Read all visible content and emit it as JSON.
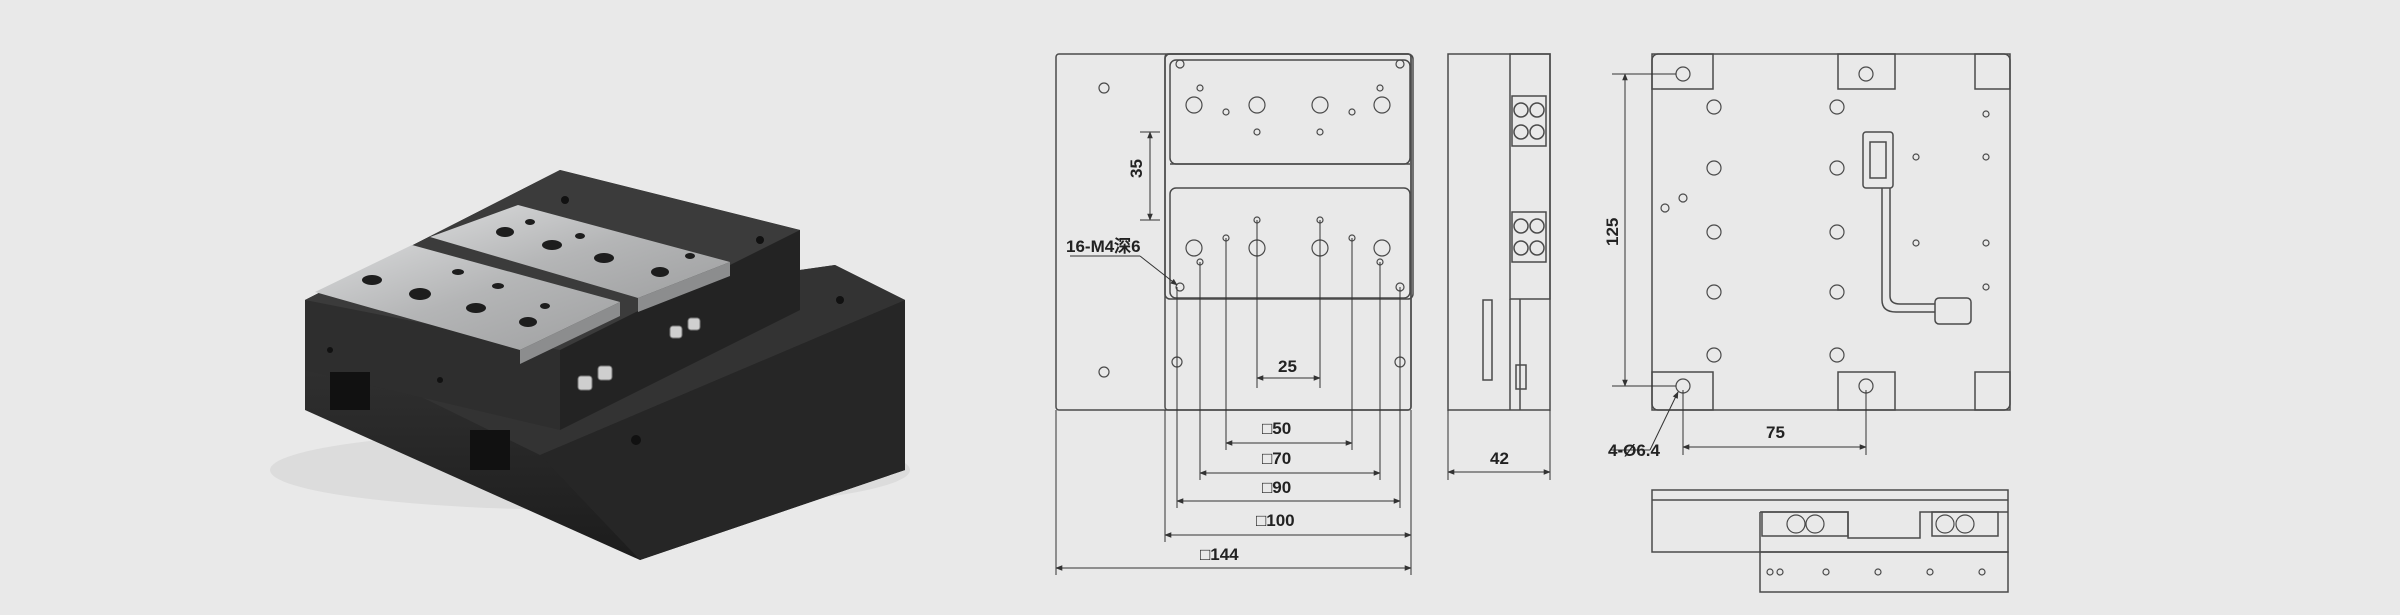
{
  "colors": {
    "background": "#e9e9e9",
    "line": "#4a4a4a",
    "body_dark": "#2b2b2b",
    "plate_metal": "#b9babb"
  },
  "render": {
    "name": "xy-stage-3d-render",
    "icon": "product-render-icon"
  },
  "front_view": {
    "label_holes": "16-M4深6",
    "dim_35": "35",
    "dim_25": "25",
    "dim_50": "□50",
    "dim_70": "□70",
    "dim_90": "□90",
    "dim_100": "□100",
    "dim_144": "□144"
  },
  "side_view": {
    "dim_42": "42"
  },
  "bottom_view": {
    "dim_125": "125",
    "dim_75": "75",
    "label_mount": "4-Ø6.4"
  }
}
